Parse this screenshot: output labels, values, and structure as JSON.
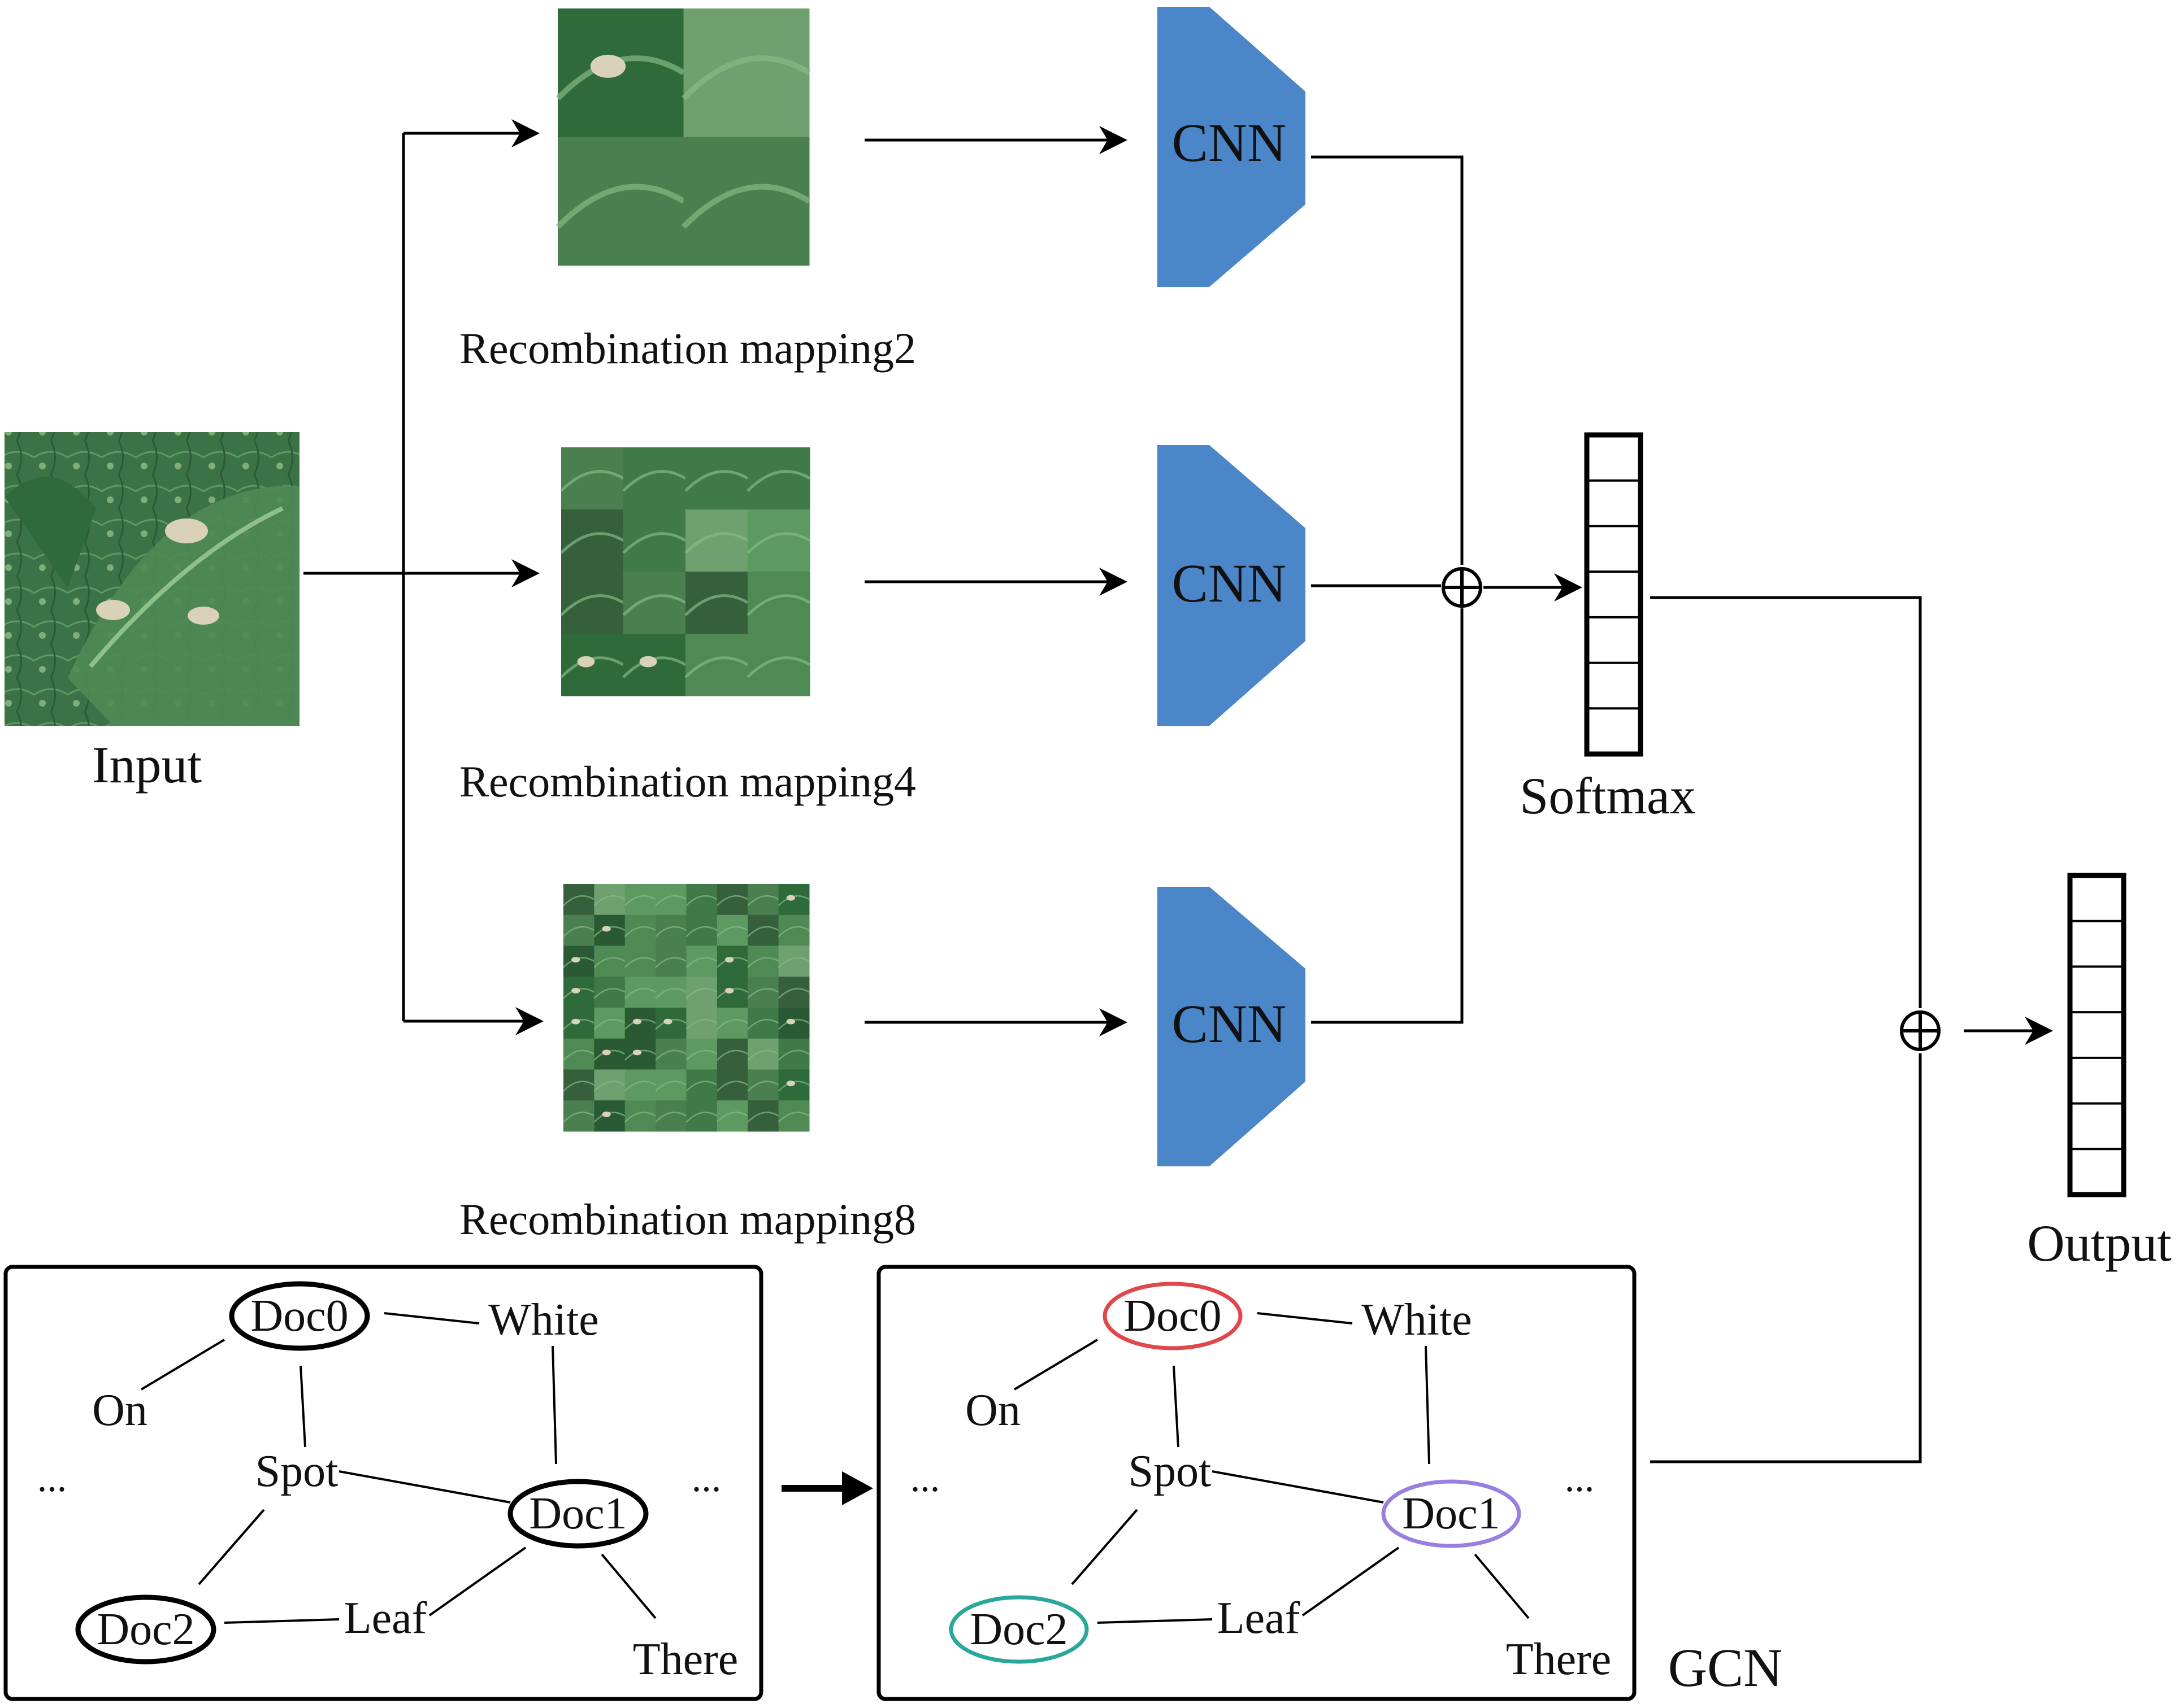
{
  "input": {
    "label": "Input"
  },
  "branches": [
    {
      "label": "Recombination mapping2",
      "grid": 2,
      "cnn": "CNN"
    },
    {
      "label": "Recombination mapping4",
      "grid": 4,
      "cnn": "CNN"
    },
    {
      "label": "Recombination mapping8",
      "grid": 8,
      "cnn": "CNN"
    }
  ],
  "softmax": {
    "label": "Softmax",
    "cells": 7
  },
  "output": {
    "label": "Output",
    "cells": 7
  },
  "gcn": {
    "label": "GCN",
    "nodes": {
      "doc0": "Doc0",
      "doc1": "Doc1",
      "doc2": "Doc2",
      "white": "White",
      "on": "On",
      "spot": "Spot",
      "leaf": "Leaf",
      "there": "There",
      "ellipsis": "..."
    },
    "doc_colors_after": {
      "doc0": "#e0474c",
      "doc1": "#9b7fe0",
      "doc2": "#2aa79b"
    }
  },
  "colors": {
    "cnn": "#4a86c8",
    "leaf_dark": "#1f4a2a",
    "leaf_mid": "#3f7a48",
    "leaf_light": "#6fa070",
    "spot": "#d9d2b8"
  }
}
